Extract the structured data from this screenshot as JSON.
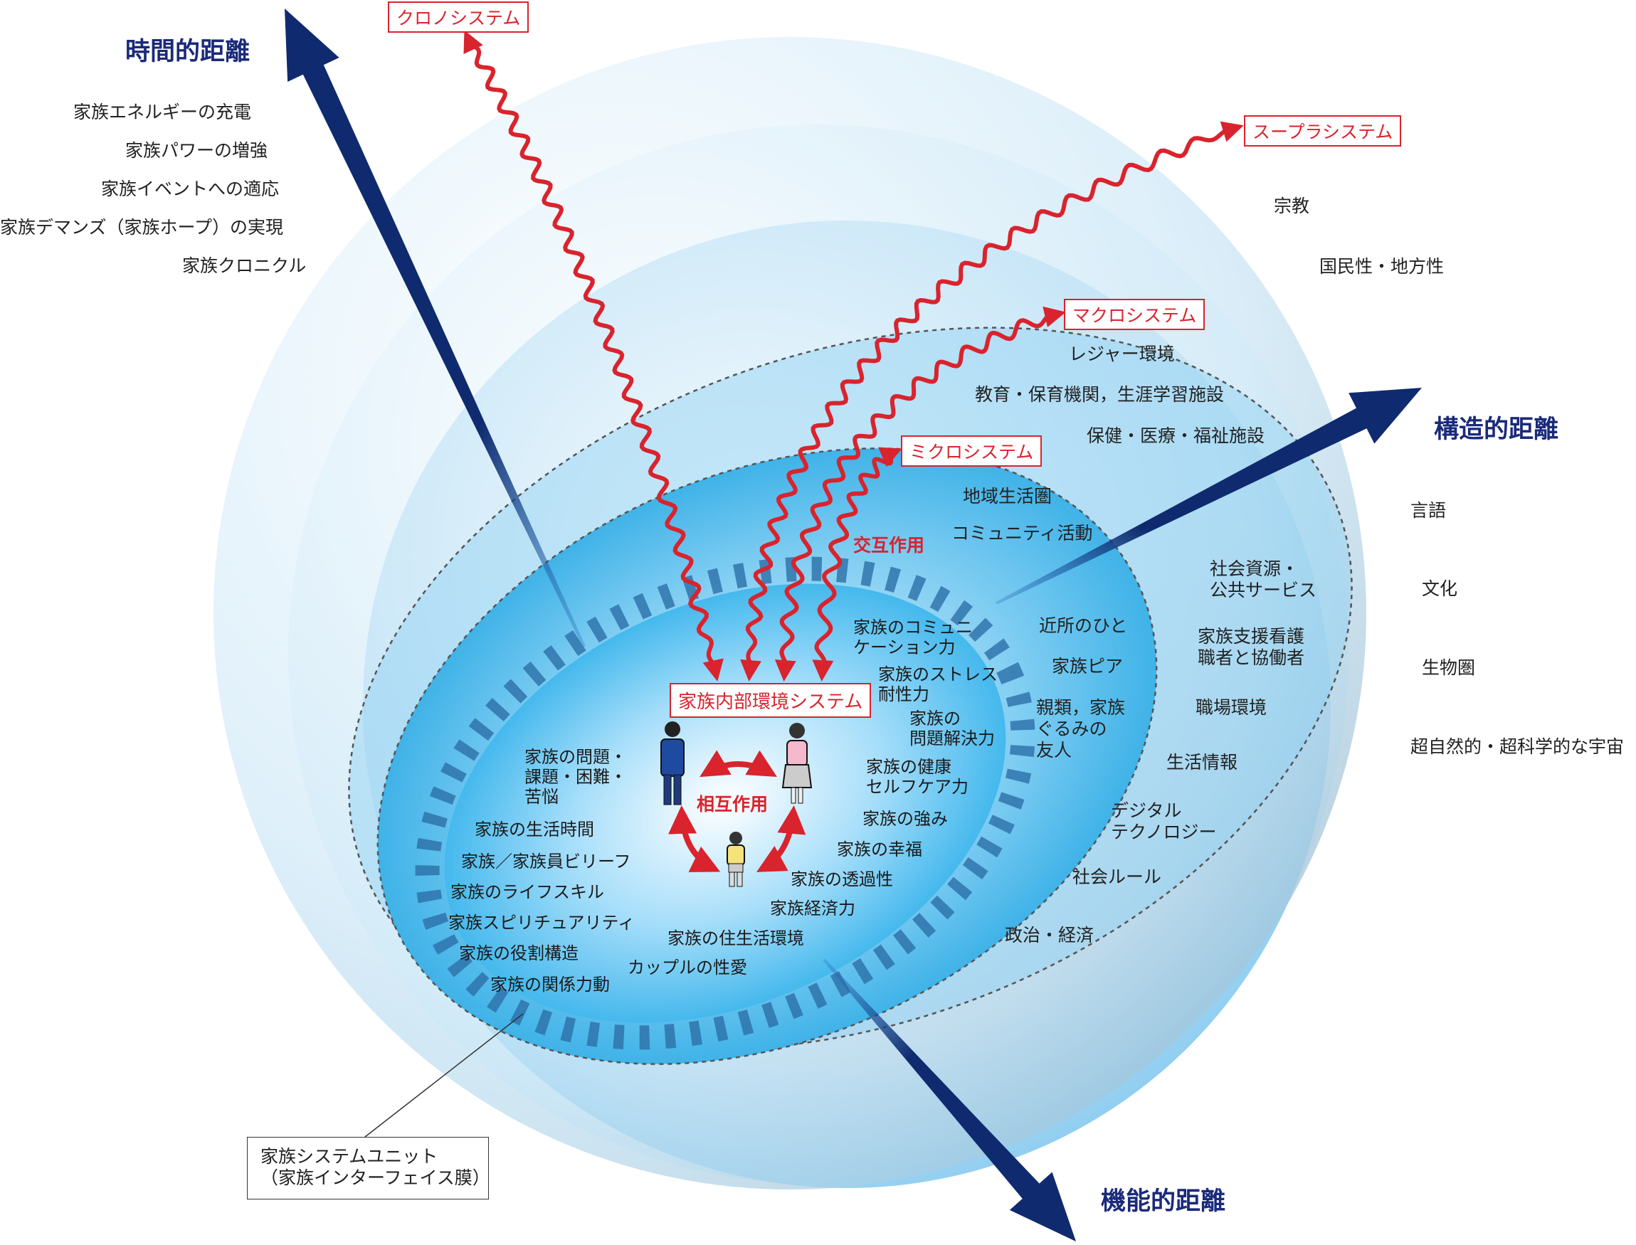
{
  "axes": {
    "time": "時間的距離",
    "structure": "構造的距離",
    "function": "機能的距離"
  },
  "systems": {
    "chrono": "クロノシステム",
    "supra": "スープラシステム",
    "macro": "マクロシステム",
    "micro": "ミクロシステム",
    "family_internal": "家族内部環境システム"
  },
  "time_items": [
    "家族エネルギーの充電",
    "家族パワーの増強",
    "家族イベントへの適応",
    "家族デマンズ（家族ホープ）の実現",
    "家族クロニクル"
  ],
  "supra_items": [
    "宗教",
    "国民性・地方性"
  ],
  "structure_items": [
    "言語",
    "文化",
    "生物圏",
    "超自然的・超科学的な宇宙"
  ],
  "macro_items": [
    "レジャー環境",
    "教育・保育機関，生涯学習施設",
    "保健・医療・福祉施設",
    "社会資源・\n公共サービス",
    "家族支援看護\n職者と協働者",
    "職場環境",
    "生活情報",
    "デジタル\nテクノロジー",
    "社会ルール",
    "政治・経済"
  ],
  "micro_items": [
    "地域生活圏",
    "コミュニティ活動",
    "近所のひと",
    "家族ピア",
    "親類，家族\nぐるみの\n友人"
  ],
  "interaction_outer": "交互作用",
  "interaction_inner": "相互作用",
  "family_items": [
    "家族のコミュニ\nケーション力",
    "家族のストレス\n耐性力",
    "家族の\n問題解決力",
    "家族の健康\nセルフケア力",
    "家族の強み",
    "家族の幸福",
    "家族の透過性",
    "家族経済力",
    "家族の住生活環境",
    "カップルの性愛",
    "家族の関係力動",
    "家族の役割構造",
    "家族スピリチュアリティ",
    "家族のライフスキル",
    "家族／家族員ビリーフ",
    "家族の生活時間",
    "家族の問題・\n課題・困難・\n苦悩"
  ],
  "unit_label": "家族システムユニット\n（家族インターフェイス膜）",
  "colors": {
    "navy": "#0f2a6e",
    "red": "#d9232d",
    "cyan": "#15a6e6"
  }
}
